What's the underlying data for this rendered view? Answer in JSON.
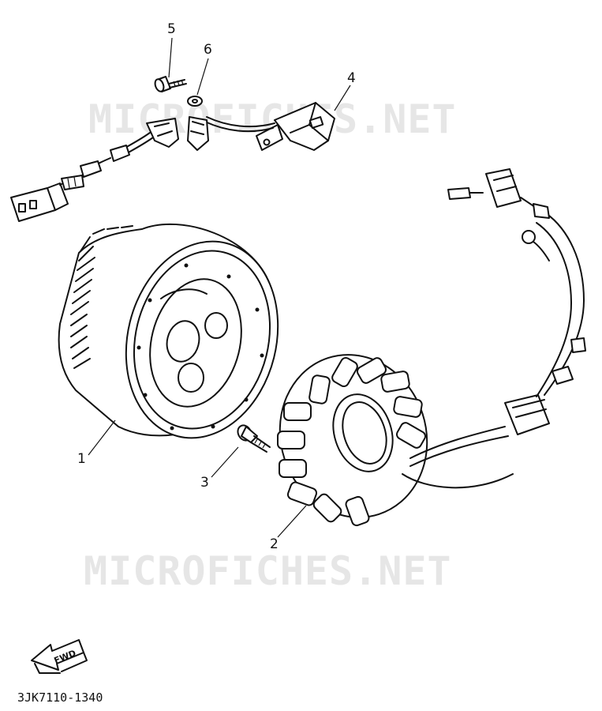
{
  "watermark": {
    "text_top": "MICROFICHES.NET",
    "text_bottom": "MICROFICHES.NET"
  },
  "callouts": {
    "p1": "1",
    "p2": "2",
    "p3": "3",
    "p4": "4",
    "p5": "5",
    "p6": "6"
  },
  "fwd_label": "FWD",
  "reference_code": "3JK7110-1340",
  "colors": {
    "ink": "#111111",
    "background": "#ffffff",
    "watermark": "#e6e6e6"
  }
}
